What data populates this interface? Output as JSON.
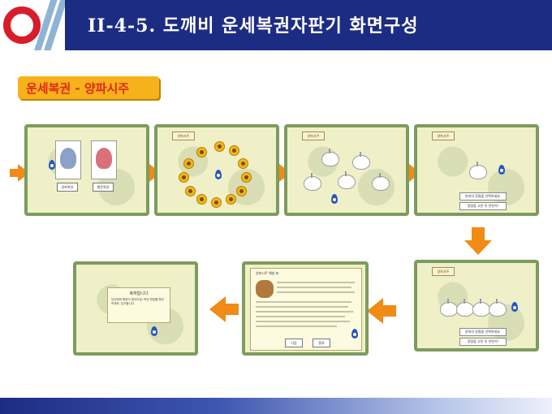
{
  "header": {
    "title": "II-4-5. 도깨비 운세복권자판기 화면구성"
  },
  "section": {
    "label": "운세복권 - 양파시주"
  },
  "screens": {
    "tab_label": "양파사주",
    "s1": {
      "left_card_label": "양파복권",
      "right_card_label": "행운복권"
    },
    "s4": {
      "field1": "양파의 정령을 선택하세요.",
      "field2": "정령을 고른 뒤 찬찬히!"
    },
    "s5": {
      "field1": "양파의 정령을 선택하세요.",
      "field2": "정령을 고른 뒤 찬찬히!"
    },
    "s6": {
      "title": "양파시주 해설 표",
      "btn_left": "다음",
      "btn_right": "종료"
    },
    "s7": {
      "title": "축하합니다",
      "text": "당신에게 행운이 찾아오길! 복권 번호를 확인하세요. 감사합니다."
    }
  },
  "colors": {
    "header_bg": "#1d2c83",
    "accent_orange": "#f08b16",
    "label_bg": "#f6b21a",
    "label_text": "#e3251a",
    "screen_border": "#7e9b5e"
  }
}
